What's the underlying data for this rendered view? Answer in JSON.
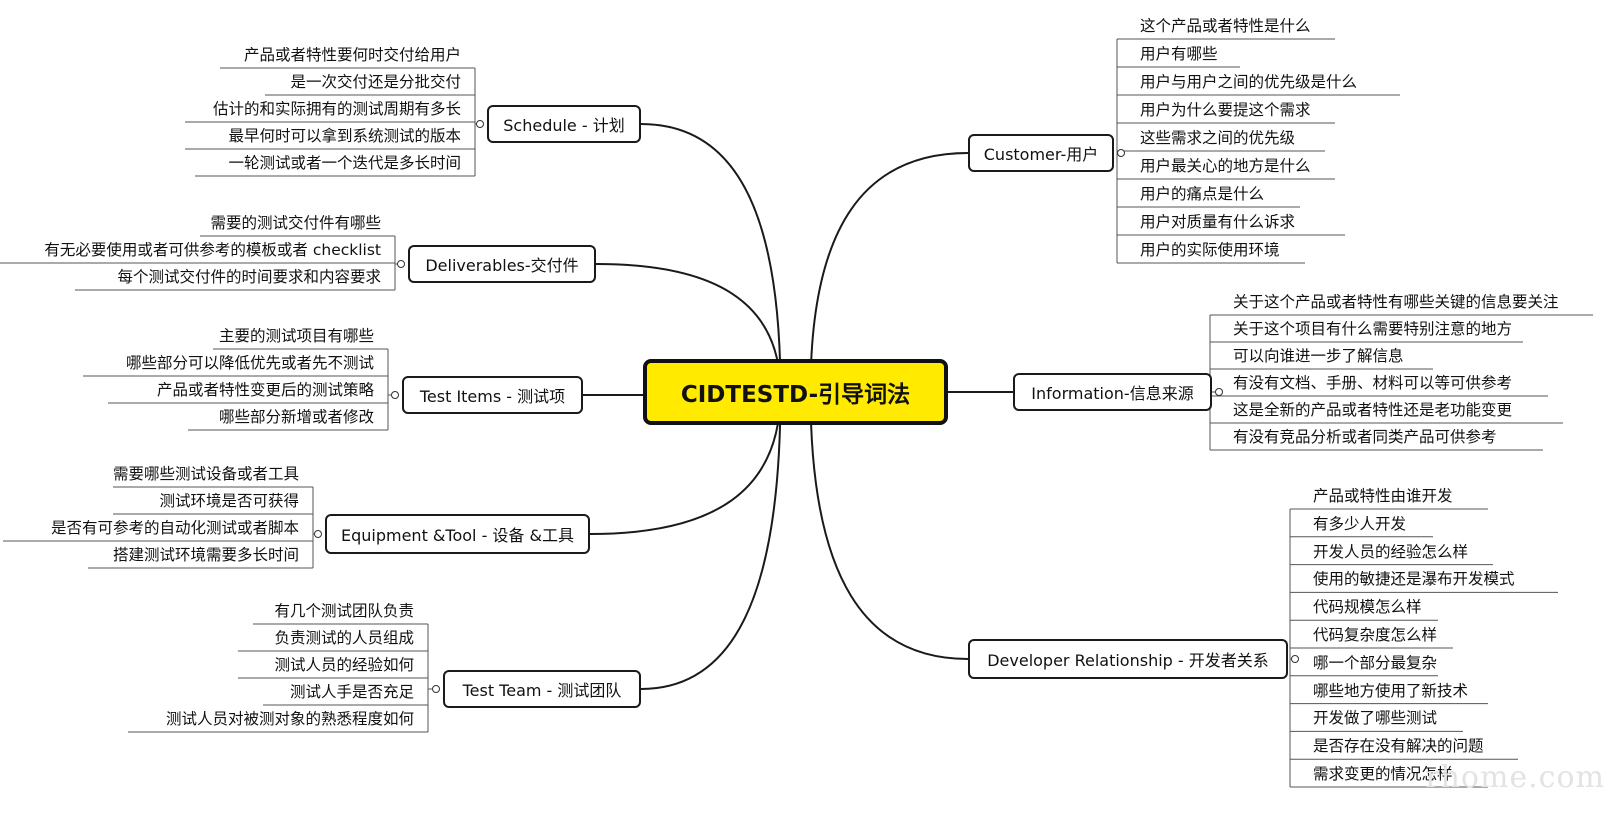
{
  "center": {
    "label": "CIDTESTD-引导词法"
  },
  "watermark": "rhome.com",
  "branches": [
    {
      "id": "schedule",
      "label": "Schedule - 计划",
      "items": [
        "产品或者特性要何时交付给用户",
        "是一次交付还是分批交付",
        "估计的和实际拥有的测试周期有多长",
        "最早何时可以拿到系统测试的版本",
        "一轮测试或者一个迭代是多长时间"
      ]
    },
    {
      "id": "deliverables",
      "label": "Deliverables-交付件",
      "items": [
        "需要的测试交付件有哪些",
        "有无必要使用或者可供参考的模板或者 checklist",
        "每个测试交付件的时间要求和内容要求"
      ]
    },
    {
      "id": "test-items",
      "label": "Test Items - 测试项",
      "items": [
        "主要的测试项目有哪些",
        "哪些部分可以降低优先或者先不测试",
        "产品或者特性变更后的测试策略",
        "哪些部分新增或者修改"
      ]
    },
    {
      "id": "equipment-tool",
      "label": "Equipment &Tool - 设备 &工具",
      "items": [
        "需要哪些测试设备或者工具",
        "测试环境是否可获得",
        "是否有可参考的自动化测试或者脚本",
        "搭建测试环境需要多长时间"
      ]
    },
    {
      "id": "test-team",
      "label": "Test Team - 测试团队",
      "items": [
        "有几个测试团队负责",
        "负责测试的人员组成",
        "测试人员的经验如何",
        "测试人手是否充足",
        "测试人员对被测对象的熟悉程度如何"
      ]
    },
    {
      "id": "customer",
      "label": "Customer-用户",
      "items": [
        "这个产品或者特性是什么",
        "用户有哪些",
        "用户与用户之间的优先级是什么",
        "用户为什么要提这个需求",
        "这些需求之间的优先级",
        "用户最关心的地方是什么",
        "用户的痛点是什么",
        "用户对质量有什么诉求",
        "用户的实际使用环境"
      ]
    },
    {
      "id": "information",
      "label": "Information-信息来源",
      "items": [
        "关于这个产品或者特性有哪些关键的信息要关注",
        "关于这个项目有什么需要特别注意的地方",
        "可以向谁进一步了解信息",
        "有没有文档、手册、材料可以等可供参考",
        "这是全新的产品或者特性还是老功能变更",
        "有没有竞品分析或者同类产品可供参考"
      ]
    },
    {
      "id": "developer",
      "label": "Developer Relationship  - 开发者关系",
      "items": [
        "产品或特性由谁开发",
        "有多少人开发",
        "开发人员的经验怎么样",
        "使用的敏捷还是瀑布开发模式",
        "代码规模怎么样",
        "代码复杂度怎么样",
        "哪一个部分最复杂",
        "哪些地方使用了新技术",
        "开发做了哪些测试",
        "是否存在没有解决的问题",
        "需求变更的情况怎样"
      ]
    }
  ]
}
